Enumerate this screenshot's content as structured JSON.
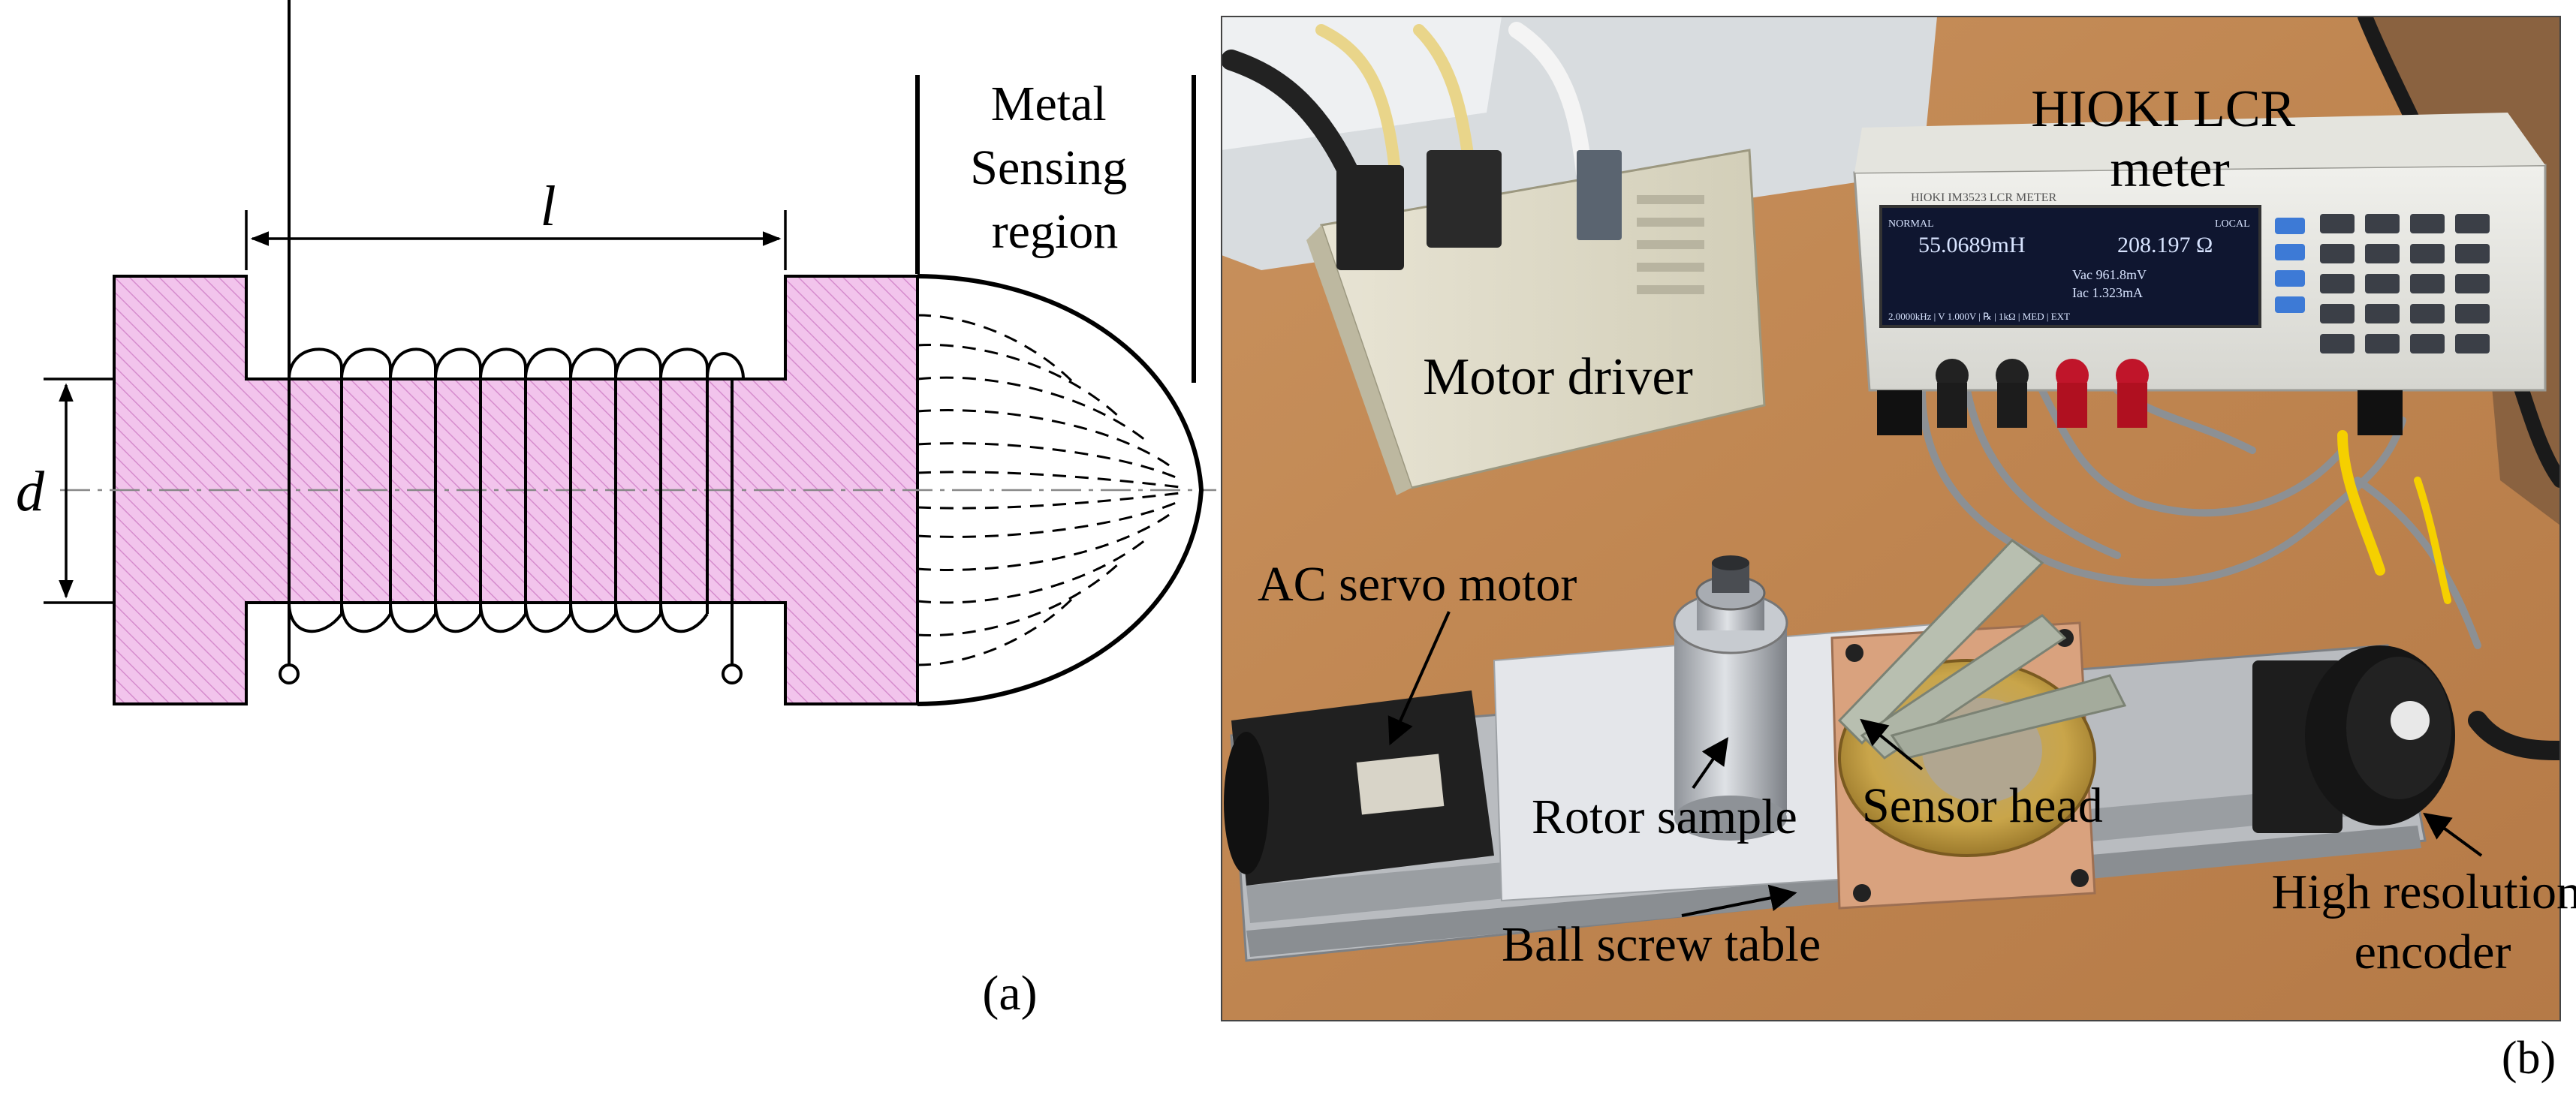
{
  "panel_a": {
    "length_label": "l",
    "diameter_label": "d",
    "region_label_lines": [
      "Metal",
      "Sensing",
      "region"
    ],
    "caption": "(a)"
  },
  "panel_b": {
    "caption": "(b)",
    "lcr_meter_label_lines": [
      "HIOKI LCR",
      "meter"
    ],
    "motor_driver_label": "Motor driver",
    "servo_motor_label": "AC servo motor",
    "rotor_sample_label": "Rotor sample",
    "sensor_head_label": "Sensor head",
    "ball_screw_label": "Ball screw table",
    "encoder_label_lines": [
      "High resolution",
      "encoder"
    ],
    "meter_display": {
      "brand": "HIOKI IM3523 LCR METER",
      "mode": "NORMAL",
      "reading1": "55.0689mH",
      "reading2": "208.197 Ω",
      "vac": "Vac 961.8mV",
      "iac": "Iac 1.323mA",
      "status": "2.0000kHz | V 1.000V | ℞ | 1kΩ | MED | EXT",
      "side_label": "LOCAL"
    }
  },
  "colors": {
    "core_fill": "#f2c4ec",
    "core_hatch": "#d58ccd",
    "outline": "#000000",
    "desk": "#c48a55",
    "rail": "#b9bcc0",
    "brass": "#c9a54a",
    "copper_plate": "#d9a27e",
    "display_bg": "#0f1630",
    "display_text": "#d8e4ff"
  }
}
